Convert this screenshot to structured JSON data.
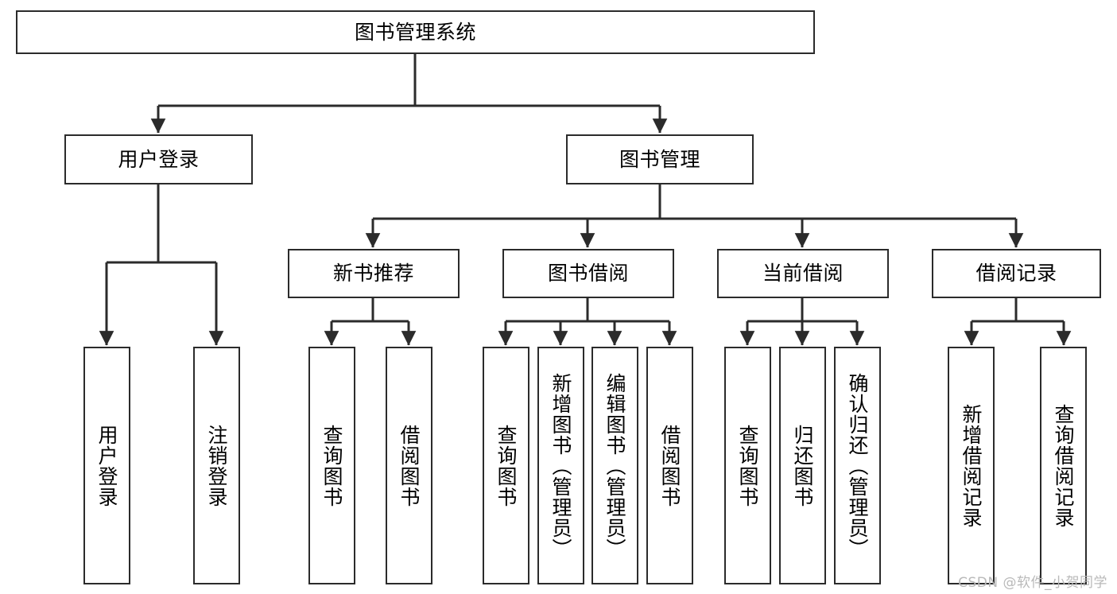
{
  "diagram": {
    "type": "tree-hierarchy-chart",
    "title": "图书管理系统",
    "stroke_color": "#2b2b2b",
    "background_color": "#ffffff",
    "watermark": "CSDN @软件_小贺同学",
    "nodes": {
      "root": {
        "label": "图书管理系统",
        "orientation": "horizontal"
      },
      "level2": [
        {
          "label": "用户登录",
          "orientation": "horizontal"
        },
        {
          "label": "图书管理",
          "orientation": "horizontal"
        }
      ],
      "level3": [
        {
          "label": "新书推荐",
          "orientation": "horizontal"
        },
        {
          "label": "图书借阅",
          "orientation": "horizontal"
        },
        {
          "label": "当前借阅",
          "orientation": "horizontal"
        },
        {
          "label": "借阅记录",
          "orientation": "horizontal"
        }
      ],
      "leaves": {
        "user_login": [
          {
            "label": "用户登录",
            "orientation": "vertical"
          },
          {
            "label": "注销登录",
            "orientation": "vertical"
          }
        ],
        "new_book_recommend": [
          {
            "label": "查询图书",
            "orientation": "vertical"
          },
          {
            "label": "借阅图书",
            "orientation": "vertical"
          }
        ],
        "book_borrow": [
          {
            "label": "查询图书",
            "orientation": "vertical"
          },
          {
            "label": "新增图书（管理员）",
            "orientation": "vertical"
          },
          {
            "label": "编辑图书（管理员）",
            "orientation": "vertical"
          },
          {
            "label": "借阅图书",
            "orientation": "vertical"
          }
        ],
        "current_borrow": [
          {
            "label": "查询图书",
            "orientation": "vertical"
          },
          {
            "label": "归还图书",
            "orientation": "vertical"
          },
          {
            "label": "确认归还（管理员）",
            "orientation": "vertical"
          }
        ],
        "borrow_record": [
          {
            "label": "新增借阅记录",
            "orientation": "vertical"
          },
          {
            "label": "查询借阅记录",
            "orientation": "vertical"
          }
        ]
      }
    }
  }
}
